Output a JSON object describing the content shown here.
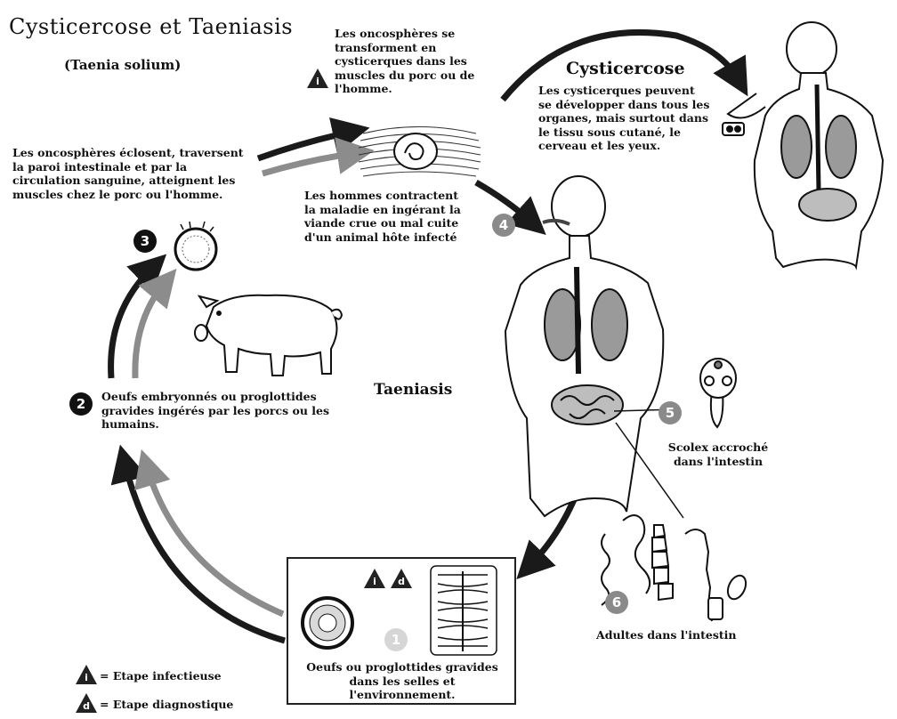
{
  "title": "Cysticercose et Taeniasis",
  "subtitle": "(Taenia solium)",
  "section_cysticercose": "Cysticercose",
  "section_taeniasis": "Taeniasis",
  "steps": {
    "s1": {
      "num": "1",
      "text": "Oeufs ou proglottides gravides dans les selles et l'environnement."
    },
    "s2": {
      "num": "2",
      "text": "Oeufs embryonnés ou proglottides gravides ingérés par les porcs ou les humains."
    },
    "s3": {
      "num": "3",
      "text": "Les oncosphères éclosent, traversent la paroi intestinale et par la circulation sanguine, atteignent les muscles chez le porc ou l'homme."
    },
    "s4": {
      "num": "4",
      "text": "Les hommes contractent la maladie en ingérant la viande crue ou mal cuite d'un animal hôte infecté"
    },
    "s5": {
      "num": "5",
      "text": "Scolex accroché dans l'intestin"
    },
    "s6": {
      "num": "6",
      "text": "Adultes dans l'intestin"
    }
  },
  "oncospheres_muscle_text": "Les oncosphères se transforment en cysticerques dans les muscles du porc ou de l'homme.",
  "cysticercose_text": "Les cysticerques peuvent se développer dans tous les organes, mais surtout dans le tissu sous cutané, le cerveau et les yeux.",
  "legend": {
    "infectious": {
      "symbol": "i",
      "label": "= Etape infectieuse"
    },
    "diagnostic": {
      "symbol": "d",
      "label": "= Etape diagnostique"
    }
  },
  "colors": {
    "dark_arrow": "#1a1a1a",
    "gray_arrow": "#8c8c8c"
  }
}
